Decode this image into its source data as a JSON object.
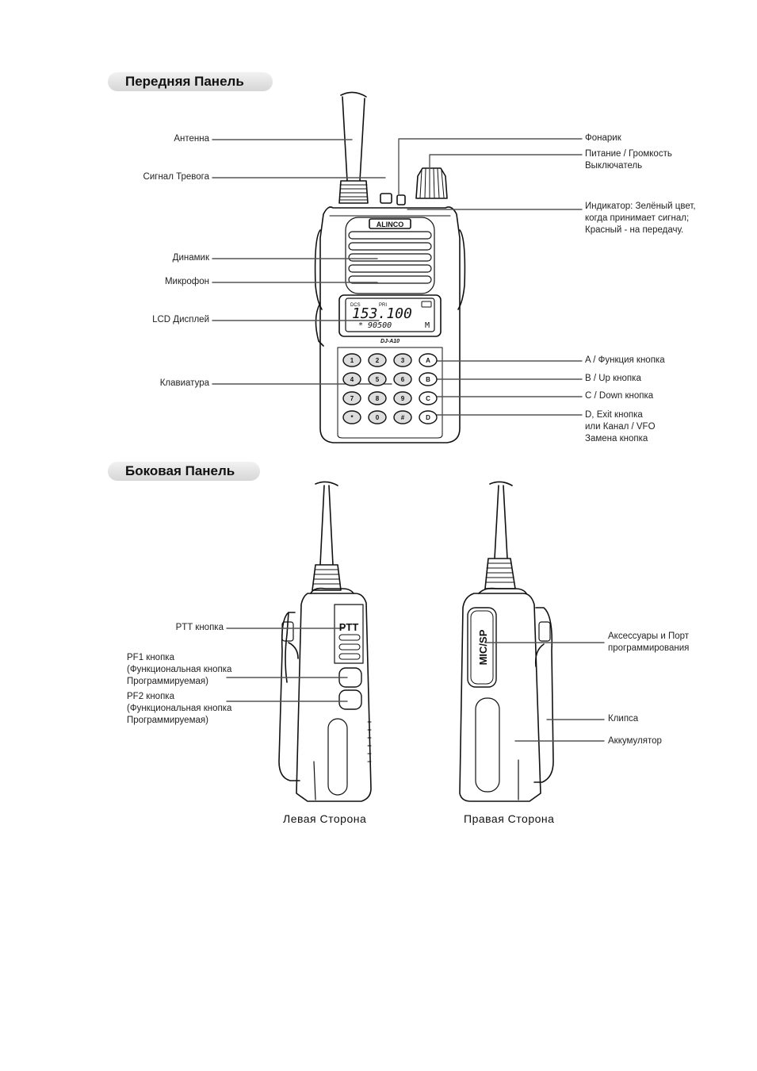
{
  "sections": {
    "front": "Передняя Панель",
    "side": "Боковая Панель"
  },
  "front_labels_left": {
    "antenna": "Антенна",
    "alarm": "Сигнал Тревога",
    "speaker": "Динамик",
    "mic": "Микрофон",
    "lcd": "LCD Дисплей",
    "keypad": "Клавиатура"
  },
  "front_labels_right": {
    "flashlight": "Фонарик",
    "power": "Питание / Громкость\nВыключатель",
    "indicator": "Индикатор: Зелёный цвет,\nкогда принимает сигнал;\nКрасный - на передачу.",
    "key_a": "A / Функция кнопка",
    "key_b": "B / Up кнопка",
    "key_c": "C / Down кнопка",
    "key_d": "D, Exit кнопка\nили Канал / VFO\nЗамена кнопка"
  },
  "radio": {
    "brand": "ALINCO",
    "model": "DJ-A10",
    "lcd_top_left": "DCS",
    "lcd_top_mid": "PRI",
    "lcd_freq": "153.100",
    "lcd_sub": "* 90500",
    "lcd_sub_right": "M",
    "keys": [
      "1",
      "2",
      "3",
      "A",
      "4",
      "5",
      "6",
      "B",
      "7",
      "8",
      "9",
      "C",
      "*",
      "0",
      "#",
      "D"
    ],
    "side_ptt": "PTT",
    "side_mic": "MIC/SP"
  },
  "side_labels_left": {
    "ptt": "PTT кнопка",
    "pf1": "PF1 кнопка\n(Функциональная кнопка\nПрограммируемая)",
    "pf2": "PF2 кнопка\n(Функциональная кнопка\nПрограммируемая)"
  },
  "side_labels_right": {
    "port": "Аксессуары и Порт\nпрограммирования",
    "clip": "Клипса",
    "battery": "Аккумулятор"
  },
  "captions": {
    "left": "Левая Сторона",
    "right": "Правая Сторона"
  }
}
